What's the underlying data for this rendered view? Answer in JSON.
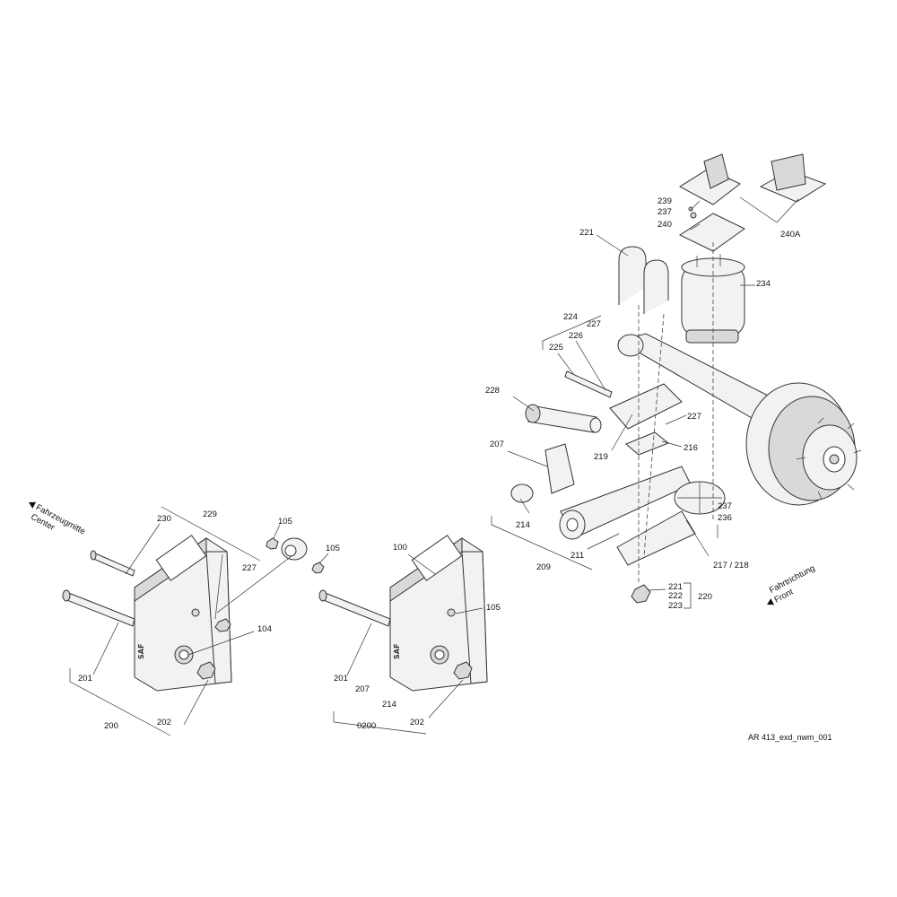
{
  "diagram": {
    "drawing_id": "AR 413_exd_nwm_001",
    "brand_mark": "SAF",
    "directions": {
      "center_de": "Fahrzeugmitte",
      "center_en": "Center",
      "front_de": "Fahrtrichtung",
      "front_en": "Front"
    },
    "callouts": {
      "c_100": "100",
      "c_104": "104",
      "c_105_a": "105",
      "c_105_b": "105",
      "c_105_c": "105",
      "c_200": "200",
      "c_0200": "0200",
      "c_201_a": "201",
      "c_201_b": "201",
      "c_202_a": "202",
      "c_202_b": "202",
      "c_207_a": "207",
      "c_207_b": "207",
      "c_209": "209",
      "c_211": "211",
      "c_214_a": "214",
      "c_214_b": "214",
      "c_216": "216",
      "c_217_218": "217 / 218",
      "c_219": "219",
      "c_220": "220",
      "c_221_a": "221",
      "c_221_b": "221",
      "c_222": "222",
      "c_223": "223",
      "c_224": "224",
      "c_225": "225",
      "c_226": "226",
      "c_227_a": "227",
      "c_227_b": "227",
      "c_227_c": "227",
      "c_228": "228",
      "c_229": "229",
      "c_230": "230",
      "c_234": "234",
      "c_236": "236",
      "c_237_a": "237",
      "c_237_b": "237",
      "c_239": "239",
      "c_240": "240",
      "c_240A": "240A"
    }
  }
}
